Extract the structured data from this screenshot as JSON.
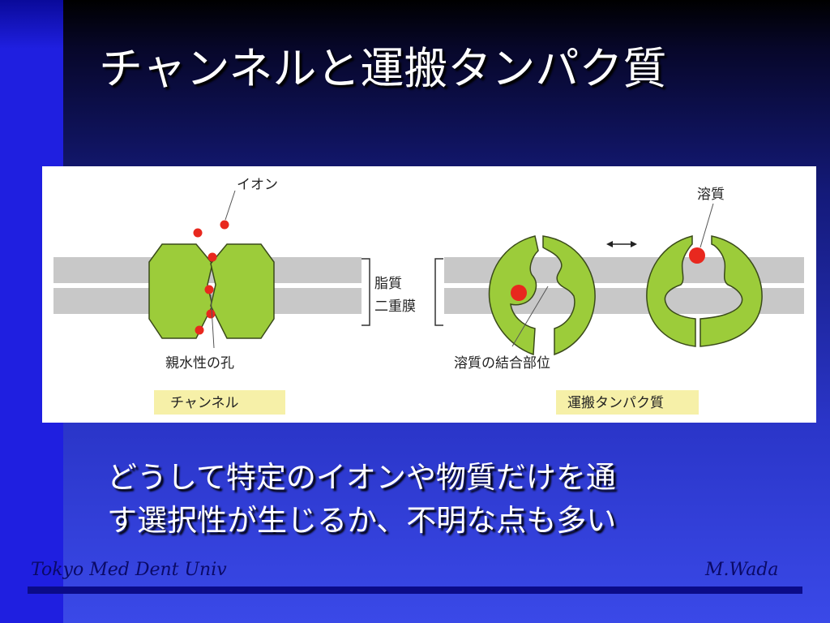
{
  "slide": {
    "title": "チャンネルと運搬タンパク質",
    "body_lines": [
      "どうして特定のイオンや物質だけを通",
      "す選択性が生じるか、不明な点も多い"
    ],
    "footer_left": "Tokyo Med Dent Univ",
    "footer_right": "M.Wada"
  },
  "figure": {
    "label_ion": "イオン",
    "label_pore": "親水性の孔",
    "label_channel": "チャンネル",
    "label_bilayer_1": "脂質",
    "label_bilayer_2": "二重膜",
    "label_solute": "溶質",
    "label_binding_site": "溶質の結合部位",
    "label_carrier": "運搬タンパク質"
  },
  "colors": {
    "protein_green": "#9ccc3a",
    "membrane_gray": "#c8c8c8",
    "particle_red": "#e8281e",
    "label_highlight": "#f6f0a8",
    "left_bar_blue": "#1f1fe0"
  }
}
